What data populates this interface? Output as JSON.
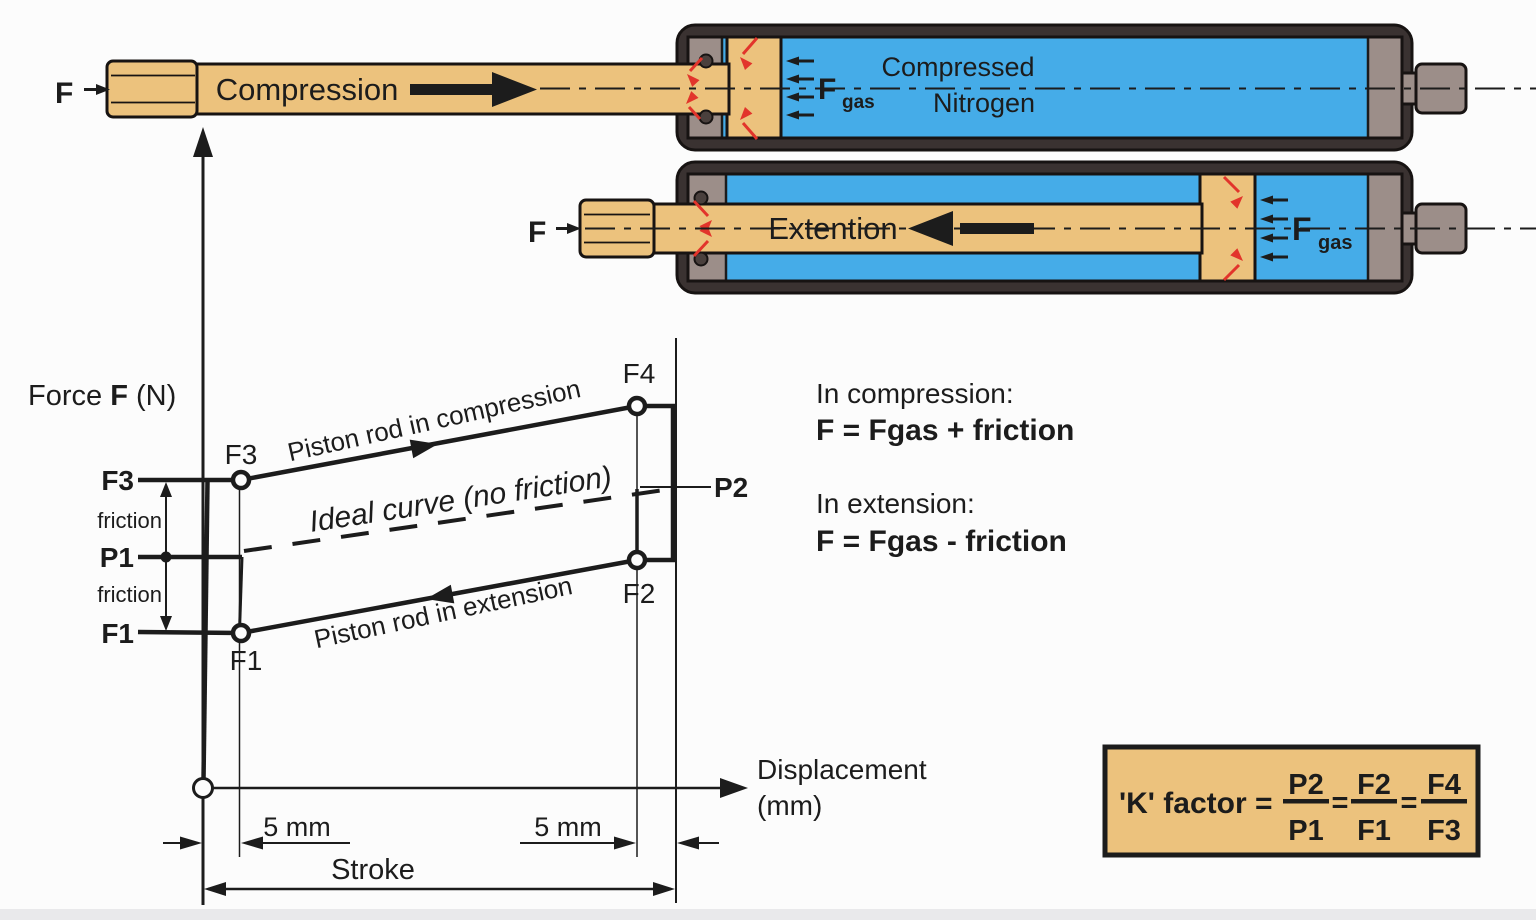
{
  "colors": {
    "rod_tan": "#ecc27d",
    "gas_blue": "#45ace8",
    "gland_gray": "#9c8e89",
    "shell_dark": "#3a3231",
    "seal_red": "#e2342b",
    "ink": "#1c1c1c",
    "box_bg": "#ecc27d",
    "bottom_band": "#e9e9eb"
  },
  "compression_unit": {
    "force": "F",
    "rod_text": "Compression",
    "gas_force": "F",
    "gas_force_sub": "gas",
    "chamber_line1": "Compressed",
    "chamber_line2": "Nitrogen"
  },
  "extension_unit": {
    "force": "F",
    "rod_text": "Extention",
    "gas_force": "F",
    "gas_force_sub": "gas"
  },
  "graph": {
    "y_axis": {
      "pre": "Force ",
      "emph": "F",
      "post": " (N)"
    },
    "x_axis": {
      "line1": "Displacement",
      "line2": "(mm)"
    },
    "ticks": {
      "f3": "F3",
      "p1": "P1",
      "f1": "F1"
    },
    "friction_upper": "friction",
    "friction_lower": "friction",
    "labels": {
      "compression_curve": "Piston rod in compression",
      "ideal_curve": "Ideal curve (no friction)",
      "extension_curve": "Piston rod in extension"
    },
    "points": {
      "f3": "F3",
      "f4": "F4",
      "f1": "F1",
      "f2": "F2",
      "p2": "P2"
    },
    "dims": {
      "left": "5 mm",
      "right": "5 mm",
      "stroke": "Stroke"
    }
  },
  "equations": {
    "compression_title": "In compression:",
    "compression_formula": "F = Fgas + friction",
    "extension_title": "In extension:",
    "extension_formula": "F = Fgas - friction"
  },
  "k_factor": {
    "prefix": "'K' factor =",
    "equals": "=",
    "fractions": [
      {
        "num": "P2",
        "den": "P1"
      },
      {
        "num": "F2",
        "den": "F1"
      },
      {
        "num": "F4",
        "den": "F3"
      }
    ]
  }
}
